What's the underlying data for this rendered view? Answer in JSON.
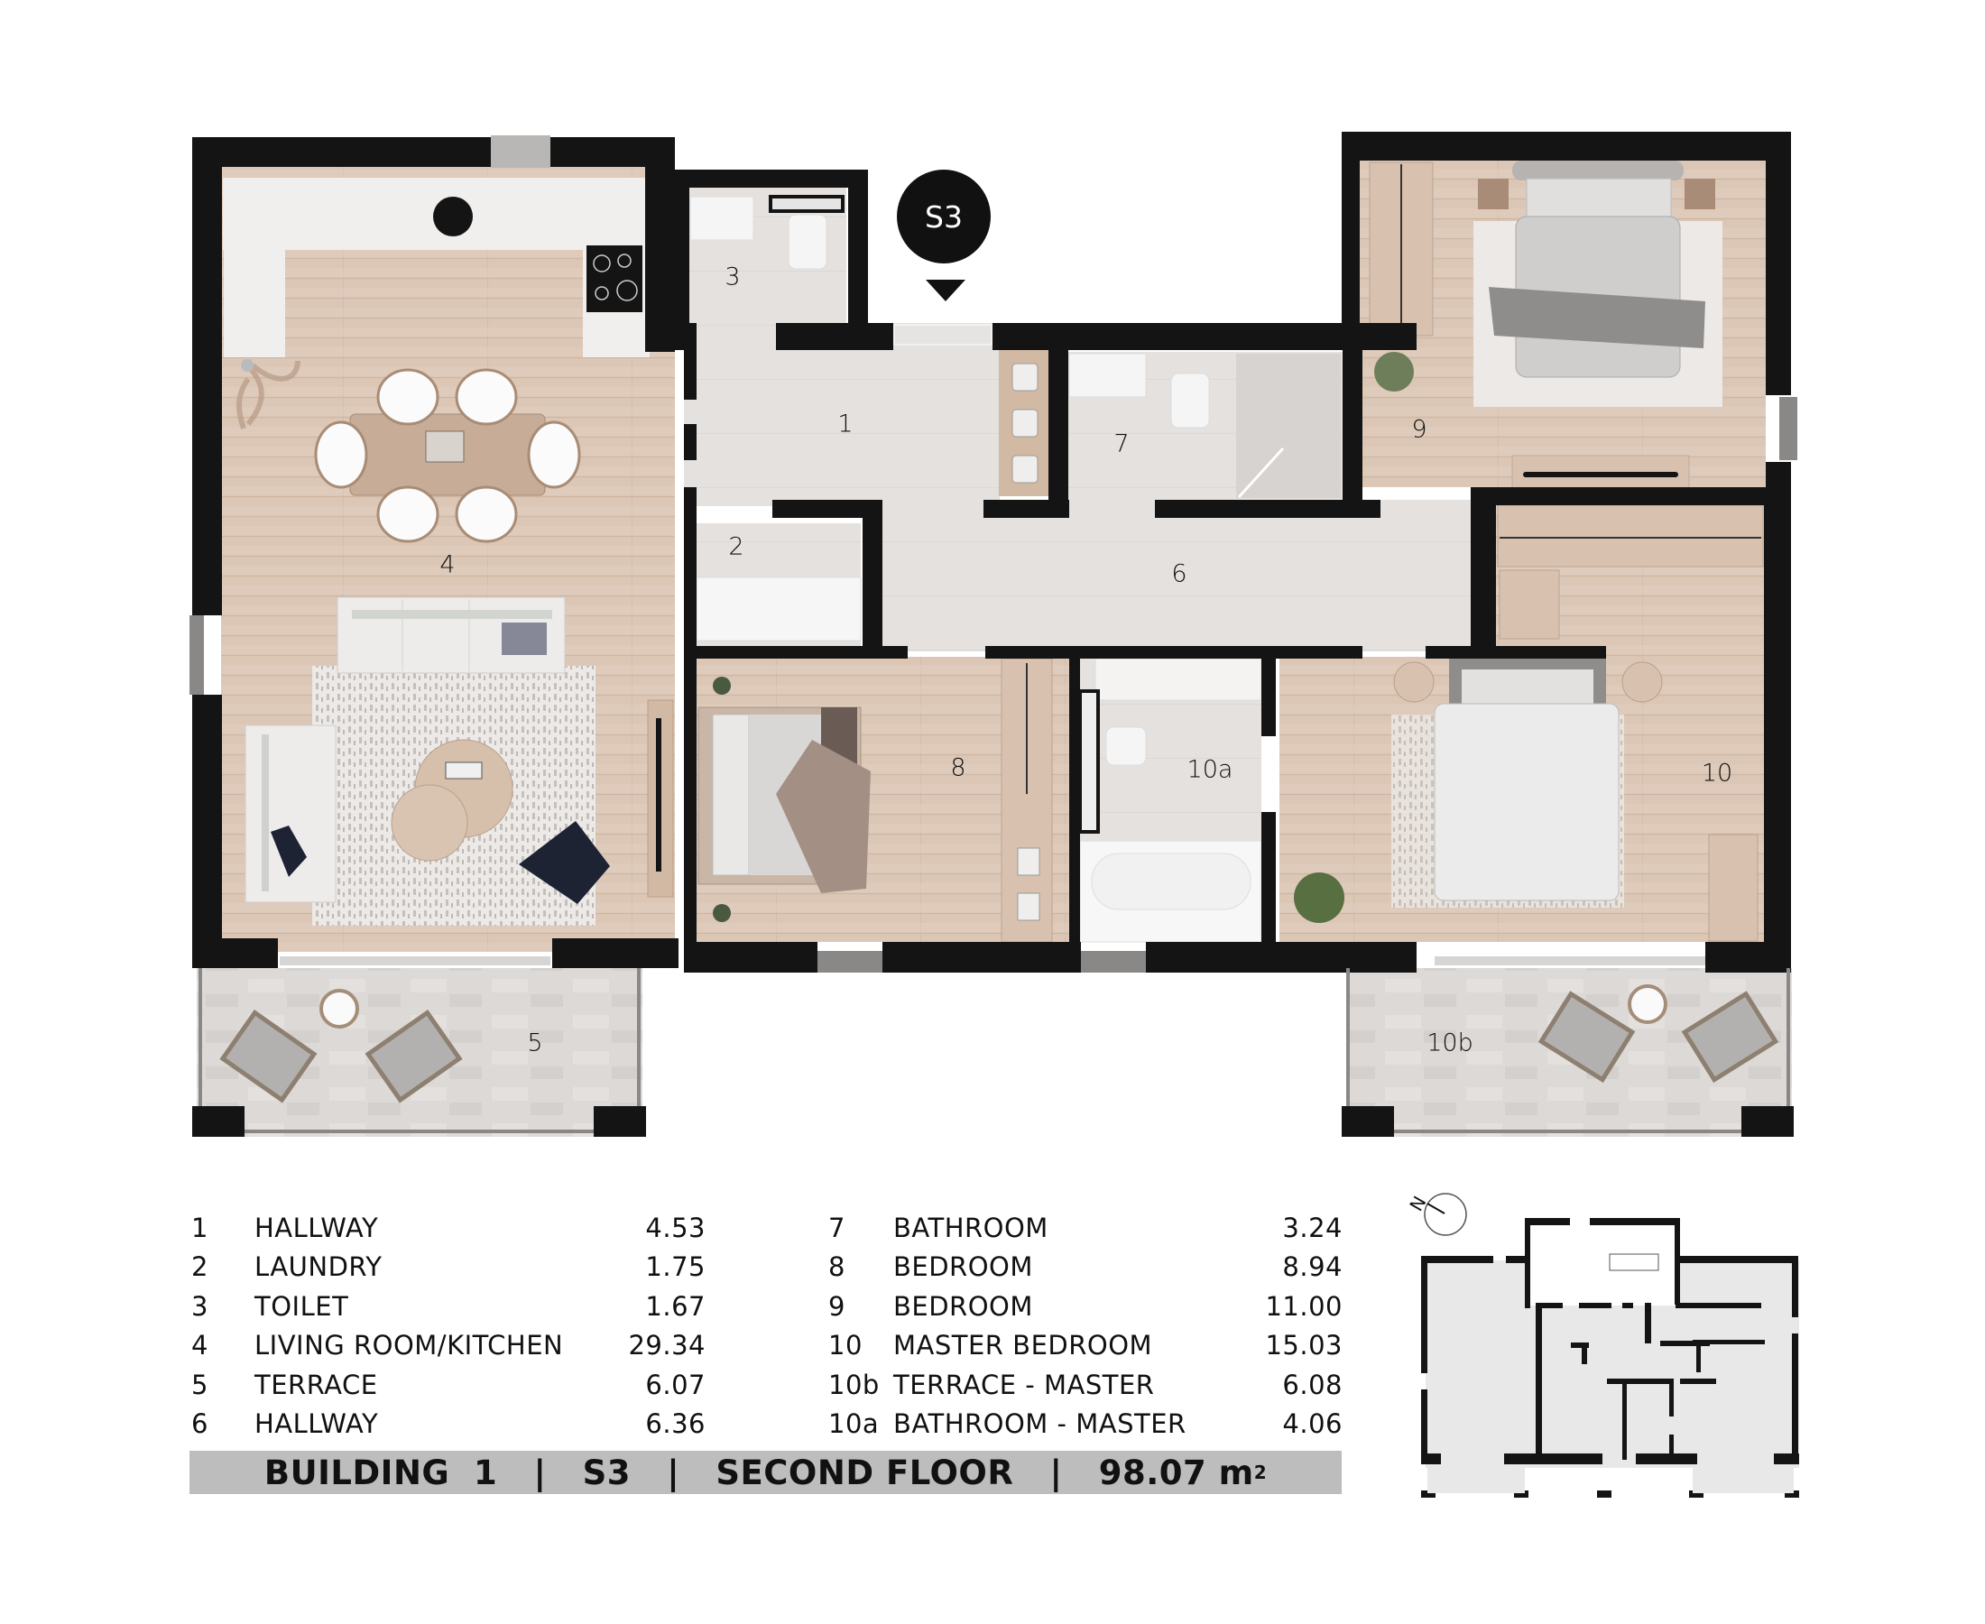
{
  "unit_marker": {
    "label": "S3",
    "arrow": "down-triangle"
  },
  "rooms": {
    "r1": {
      "id": "1",
      "name": "HALLWAY",
      "area": "4.53"
    },
    "r2": {
      "id": "2",
      "name": "LAUNDRY",
      "area": "1.75"
    },
    "r3": {
      "id": "3",
      "name": "TOILET",
      "area": "1.67"
    },
    "r4": {
      "id": "4",
      "name": "LIVING ROOM/KITCHEN",
      "area": "29.34"
    },
    "r5": {
      "id": "5",
      "name": "TERRACE",
      "area": "6.07"
    },
    "r6": {
      "id": "6",
      "name": "HALLWAY",
      "area": "6.36"
    },
    "r7": {
      "id": "7",
      "name": "BATHROOM",
      "area": "3.24"
    },
    "r8": {
      "id": "8",
      "name": "BEDROOM",
      "area": "8.94"
    },
    "r9": {
      "id": "9",
      "name": "BEDROOM",
      "area": "11.00"
    },
    "r10": {
      "id": "10",
      "name": "MASTER BEDROOM",
      "area": "15.03"
    },
    "r10b": {
      "id": "10b",
      "name": "TERRACE - MASTER",
      "area": "6.08"
    },
    "r10a": {
      "id": "10a",
      "name": "BATHROOM - MASTER",
      "area": "4.06"
    }
  },
  "legend": {
    "left": [
      {
        "num": "1",
        "name": "HALLWAY",
        "area": "4.53"
      },
      {
        "num": "2",
        "name": "LAUNDRY",
        "area": "1.75"
      },
      {
        "num": "3",
        "name": "TOILET",
        "area": "1.67"
      },
      {
        "num": "4",
        "name": "LIVING ROOM/KITCHEN",
        "area": "29.34"
      },
      {
        "num": "5",
        "name": "TERRACE",
        "area": "6.07"
      },
      {
        "num": "6",
        "name": "HALLWAY",
        "area": "6.36"
      }
    ],
    "right": [
      {
        "num": "7",
        "name": "BATHROOM",
        "area": "3.24"
      },
      {
        "num": "8",
        "name": "BEDROOM",
        "area": "8.94"
      },
      {
        "num": "9",
        "name": "BEDROOM",
        "area": "11.00"
      },
      {
        "num": "10",
        "name": "MASTER BEDROOM",
        "area": "15.03"
      },
      {
        "num": "10b",
        "name": "TERRACE - MASTER",
        "area": "6.08"
      },
      {
        "num": "10a",
        "name": "BATHROOM - MASTER",
        "area": "4.06"
      }
    ]
  },
  "banner": {
    "building": "BUILDING  1",
    "sep": "|",
    "unit": "S3",
    "floor": "SECOND FLOOR",
    "total_area": "98.07 m",
    "area_sup": "2"
  },
  "key_plan": {
    "compass_label": "N"
  },
  "colors": {
    "wall": "#141414",
    "wood_floor": "#dcc7b6",
    "tile_floor": "#e4e1de",
    "terrace_floor": "#d9d6d4",
    "kitchen_counter": "#f1efee",
    "banner_bg": "#bdbdbd",
    "keyplan_fill": "#e8e8e8"
  }
}
